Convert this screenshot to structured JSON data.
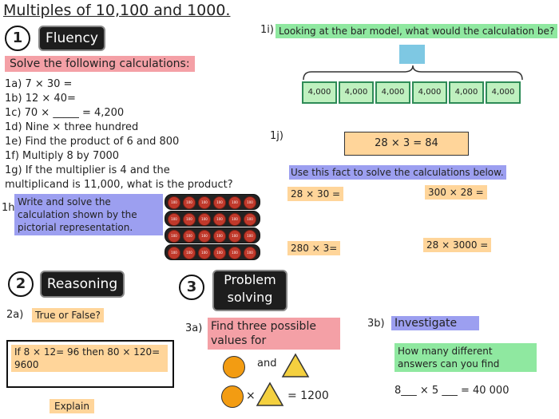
{
  "title": "Multiples of 10,100 and 1000.",
  "fluency": {
    "number": "1",
    "label": "Fluency",
    "instruction": "Solve the following calculations:",
    "questions": [
      "1a) 7 × 30 =",
      "1b) 12 × 40=",
      "1c) 70 × _____ = 4,200",
      "1d) Nine × three hundred",
      "1e) Find the product of 6 and 800",
      "1f) Multiply 8 by 7000",
      "1g) If the multiplier is 4 and the",
      "multiplicand is 11,000, what is the product?"
    ],
    "q1h_label": "1h)",
    "q1h_text": "Write and solve the calculation shown by the pictorial representation.",
    "coin_value": "100"
  },
  "bar_model": {
    "q_label": "1i)",
    "question": "Looking at the bar model, what would the calculation be?",
    "cells": [
      "4,000",
      "4,000",
      "4,000",
      "4,000",
      "4,000",
      "4,000"
    ]
  },
  "fact_section": {
    "q_label": "1j)",
    "fact": "28 × 3 = 84",
    "instruction": "Use this fact to solve the calculations below.",
    "calcs": [
      "28 × 30 =",
      "300 × 28 =",
      "280 × 3=",
      "28 × 3000 ="
    ]
  },
  "reasoning": {
    "number": "2",
    "label": "Reasoning",
    "q_label": "2a)",
    "prompt": "True or False?",
    "statement": "If 8 × 12= 96 then 80 × 120= 9600",
    "explain": "Explain"
  },
  "problem_solving": {
    "number": "3",
    "label": "Problem solving",
    "q3a_label": "3a)",
    "q3a_text": "Find three possible values for",
    "and_word": "and",
    "times_sign": "×",
    "equation_rhs": "= 1200",
    "q3b_label": "3b)",
    "q3b_prompt": "Investigate",
    "q3b_text": "How many different answers can you find",
    "q3b_equation": "8___ × 5 ___ = 40 000"
  },
  "colors": {
    "pink": "#f4a0a6",
    "green": "#8fe8a0",
    "blue": "#9c9ff0",
    "orange": "#ffd59a",
    "shape_orange": "#f39c12",
    "shape_yellow": "#f4d03f"
  }
}
